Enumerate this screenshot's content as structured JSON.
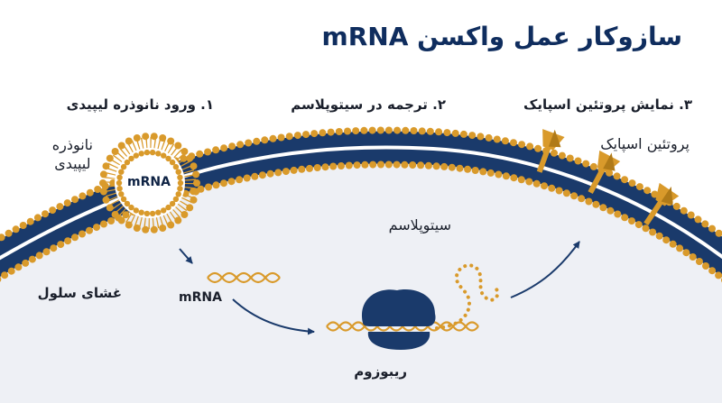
{
  "title": "سازوکار عمل واکسن mRNA",
  "steps": [
    {
      "num": "۱.",
      "text": "ورود نانوذره لیپیدی"
    },
    {
      "num": "۲.",
      "text": "ترجمه در سیتوپلاسم"
    },
    {
      "num": "۳.",
      "text": "نمایش پروتئین اسپایک"
    }
  ],
  "labels": {
    "lipid_nanoparticle_line1": "نانوذره",
    "lipid_nanoparticle_line2": "لیپیدی",
    "mrna_inside": "mRNA",
    "cell_membrane": "غشای سلول",
    "mrna_strand": "mRNA",
    "cytoplasm": "سیتوپلاسم",
    "ribosome": "ریبوزوم",
    "spike_protein": "پروتئین اسپایک"
  },
  "colors": {
    "navy": "#1a3a6b",
    "gold": "#d99a2b",
    "cytoplasm_fill": "#eef0f5"
  }
}
